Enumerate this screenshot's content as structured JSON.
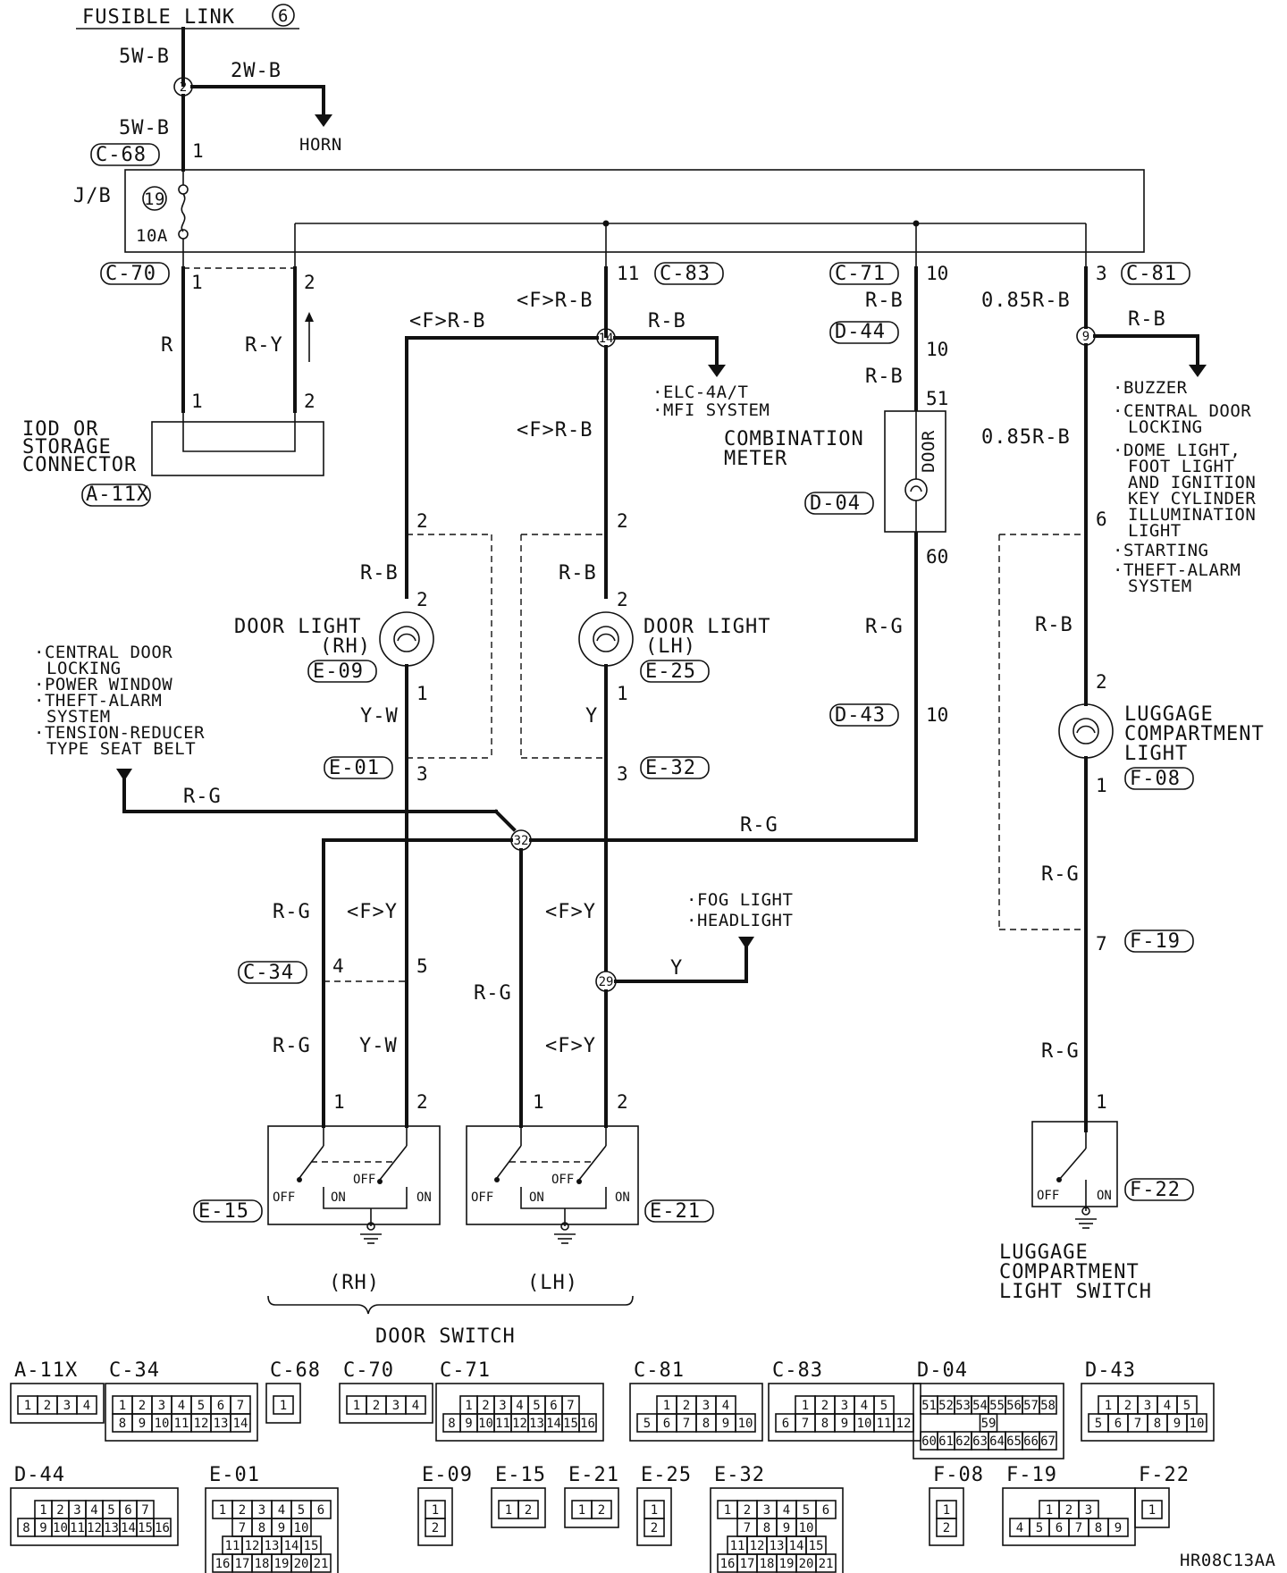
{
  "source": {
    "name": "FUSIBLE LINK",
    "number": "6"
  },
  "fuse": {
    "number": "19",
    "rating": "10A"
  },
  "junction_block": "J/B",
  "splices": {
    "s2": "2",
    "s14": "14",
    "s9": "9",
    "s32": "32",
    "s29": "29"
  },
  "wires": {
    "w5wb": "5W-B",
    "w2wb": "2W-B",
    "w5wb2": "5W-B",
    "r": "R",
    "ry": "R-Y",
    "frb_top": "<F>R-B",
    "rb_top": "R-B",
    "frb_left": "<F>R-B",
    "frb_mid": "<F>R-B",
    "rb_c71": "R-B",
    "rb_d44": "R-B",
    "rb_r": "0.85R-B",
    "rb_r_right": "R-B",
    "rb_r2": "0.85R-B",
    "rb_e09": "R-B",
    "rb_e25": "R-B",
    "yw_e09": "Y-W",
    "y_e25": "Y",
    "rg_d04": "R-G",
    "rb_f08": "R-B",
    "rg_left": "R-G",
    "rg_mid": "R-G",
    "rg_c34": "R-G",
    "fy_left": "<F>Y",
    "fy_mid": "<F>Y",
    "rg_e21": "R-G",
    "y_29": "Y",
    "rg_low": "R-G",
    "yw_low": "Y-W",
    "fy_low": "<F>Y",
    "rg_f08_low": "R-G",
    "rg_f19_low": "R-G"
  },
  "components": {
    "horn": "HORN",
    "iod": [
      "IOD OR",
      "STORAGE",
      "CONNECTOR"
    ],
    "combination_meter": [
      "COMBINATION",
      "METER"
    ],
    "door_indicator": "DOOR",
    "door_light_rh": [
      "DOOR LIGHT",
      "(RH)"
    ],
    "door_light_lh": [
      "DOOR LIGHT",
      "(LH)"
    ],
    "luggage_light": [
      "LUGGAGE",
      "COMPARTMENT",
      "LIGHT"
    ],
    "luggage_switch": [
      "LUGGAGE",
      "COMPARTMENT",
      "LIGHT SWITCH"
    ],
    "door_switch": "DOOR SWITCH",
    "rh": "(RH)",
    "lh": "(LH)",
    "off": "OFF",
    "on": "ON"
  },
  "to_lists": {
    "elc": [
      "·ELC-4A/T",
      "·MFI SYSTEM"
    ],
    "buzzer": [
      "·BUZZER",
      "·CENTRAL DOOR",
      "LOCKING",
      "·DOME LIGHT,",
      "FOOT LIGHT",
      "AND IGNITION",
      "KEY CYLINDER",
      "ILLUMINATION",
      "LIGHT",
      "·STARTING",
      "·THEFT-ALARM",
      "SYSTEM"
    ],
    "central": [
      "·CENTRAL DOOR",
      "LOCKING",
      "·POWER WINDOW",
      "·THEFT-ALARM",
      "SYSTEM",
      "·TENSION-REDUCER",
      "TYPE SEAT BELT"
    ],
    "fog": [
      "·FOG LIGHT",
      "·HEADLIGHT"
    ]
  },
  "connectors": {
    "c68": "C-68",
    "c70": "C-70",
    "c83": "C-83",
    "c71": "C-71",
    "c81": "C-81",
    "d44": "D-44",
    "d04": "D-04",
    "a11x": "A-11X",
    "e09": "E-09",
    "e25": "E-25",
    "d43": "D-43",
    "e01": "E-01",
    "e32": "E-32",
    "f08": "F-08",
    "c34": "C-34",
    "f19": "F-19",
    "e15": "E-15",
    "e21": "E-21",
    "f22": "F-22"
  },
  "pins": {
    "c68_1": "1",
    "c70_1": "1",
    "c70_2": "2",
    "c83_11": "11",
    "c71_10": "10",
    "c81_3": "3",
    "d44_10": "10",
    "d04_51": "51",
    "d04_60": "60",
    "a11x_1": "1",
    "a11x_2": "2",
    "e09_2a": "2",
    "e09_2b": "2",
    "e09_1": "1",
    "e25_2a": "2",
    "e25_2b": "2",
    "e25_1": "1",
    "f08_6": "6",
    "f08_2": "2",
    "f08_1": "1",
    "d43_10": "10",
    "e01_3": "3",
    "e32_3": "3",
    "c34_4": "4",
    "c34_5": "5",
    "f19_7": "7",
    "e15_1": "1",
    "e15_2": "2",
    "e21_1": "1",
    "e21_2": "2",
    "f22_1": "1"
  },
  "connector_views": [
    {
      "id": "A-11X",
      "rows": [
        [
          "1",
          "2",
          "3",
          "4"
        ]
      ]
    },
    {
      "id": "C-34",
      "rows": [
        [
          "1",
          "2",
          "3",
          "4",
          "5",
          "6",
          "7"
        ],
        [
          "8",
          "9",
          "10",
          "11",
          "12",
          "13",
          "14"
        ]
      ]
    },
    {
      "id": "C-68",
      "rows": [
        [
          "1"
        ]
      ]
    },
    {
      "id": "C-70",
      "rows": [
        [
          "1",
          "2",
          "3",
          "4"
        ]
      ]
    },
    {
      "id": "C-71",
      "rows": [
        [
          "1",
          "2",
          "3",
          "4",
          "5",
          "6",
          "7"
        ],
        [
          "8",
          "9",
          "10",
          "11",
          "12",
          "13",
          "14",
          "15",
          "16"
        ]
      ]
    },
    {
      "id": "C-81",
      "rows": [
        [
          "1",
          "2",
          "3",
          "4"
        ],
        [
          "5",
          "6",
          "7",
          "8",
          "9",
          "10"
        ]
      ]
    },
    {
      "id": "C-83",
      "rows": [
        [
          "1",
          "2",
          "3",
          "4",
          "5"
        ],
        [
          "6",
          "7",
          "8",
          "9",
          "10",
          "11",
          "12"
        ]
      ]
    },
    {
      "id": "D-04",
      "rows": [
        [
          "51",
          "52",
          "53",
          "54",
          "55",
          "56",
          "57",
          "58"
        ],
        [
          "59"
        ],
        [
          "60",
          "61",
          "62",
          "63",
          "64",
          "65",
          "66",
          "67"
        ]
      ]
    },
    {
      "id": "D-43",
      "rows": [
        [
          "1",
          "2",
          "3",
          "4",
          "5"
        ],
        [
          "5",
          "6",
          "7",
          "8",
          "9",
          "10"
        ]
      ]
    },
    {
      "id": "D-44",
      "rows": [
        [
          "1",
          "2",
          "3",
          "4",
          "5",
          "6",
          "7"
        ],
        [
          "8",
          "9",
          "10",
          "11",
          "12",
          "13",
          "14",
          "15",
          "16"
        ]
      ]
    },
    {
      "id": "E-01",
      "rows": [
        [
          "1",
          "2",
          "3",
          "4",
          "5",
          "6"
        ],
        [
          "7",
          "8",
          "9",
          "10"
        ],
        [
          "11",
          "12",
          "13",
          "14",
          "15"
        ],
        [
          "16",
          "17",
          "18",
          "19",
          "20",
          "21"
        ]
      ]
    },
    {
      "id": "E-09",
      "rows": [
        [
          "1"
        ],
        [
          "2"
        ]
      ]
    },
    {
      "id": "E-15",
      "rows": [
        [
          "1",
          "2"
        ]
      ]
    },
    {
      "id": "E-21",
      "rows": [
        [
          "1",
          "2"
        ]
      ]
    },
    {
      "id": "E-25",
      "rows": [
        [
          "1"
        ],
        [
          "2"
        ]
      ]
    },
    {
      "id": "E-32",
      "rows": [
        [
          "1",
          "2",
          "3",
          "4",
          "5",
          "6"
        ],
        [
          "7",
          "8",
          "9",
          "10"
        ],
        [
          "11",
          "12",
          "13",
          "14",
          "15"
        ],
        [
          "16",
          "17",
          "18",
          "19",
          "20",
          "21"
        ]
      ]
    },
    {
      "id": "F-08",
      "rows": [
        [
          "1"
        ],
        [
          "2"
        ]
      ]
    },
    {
      "id": "F-19",
      "rows": [
        [
          "1",
          "2",
          "3"
        ],
        [
          "4",
          "5",
          "6",
          "7",
          "8",
          "9"
        ]
      ]
    },
    {
      "id": "F-22",
      "rows": [
        [
          "1"
        ]
      ]
    }
  ],
  "figure_id": "HR08C13AA"
}
